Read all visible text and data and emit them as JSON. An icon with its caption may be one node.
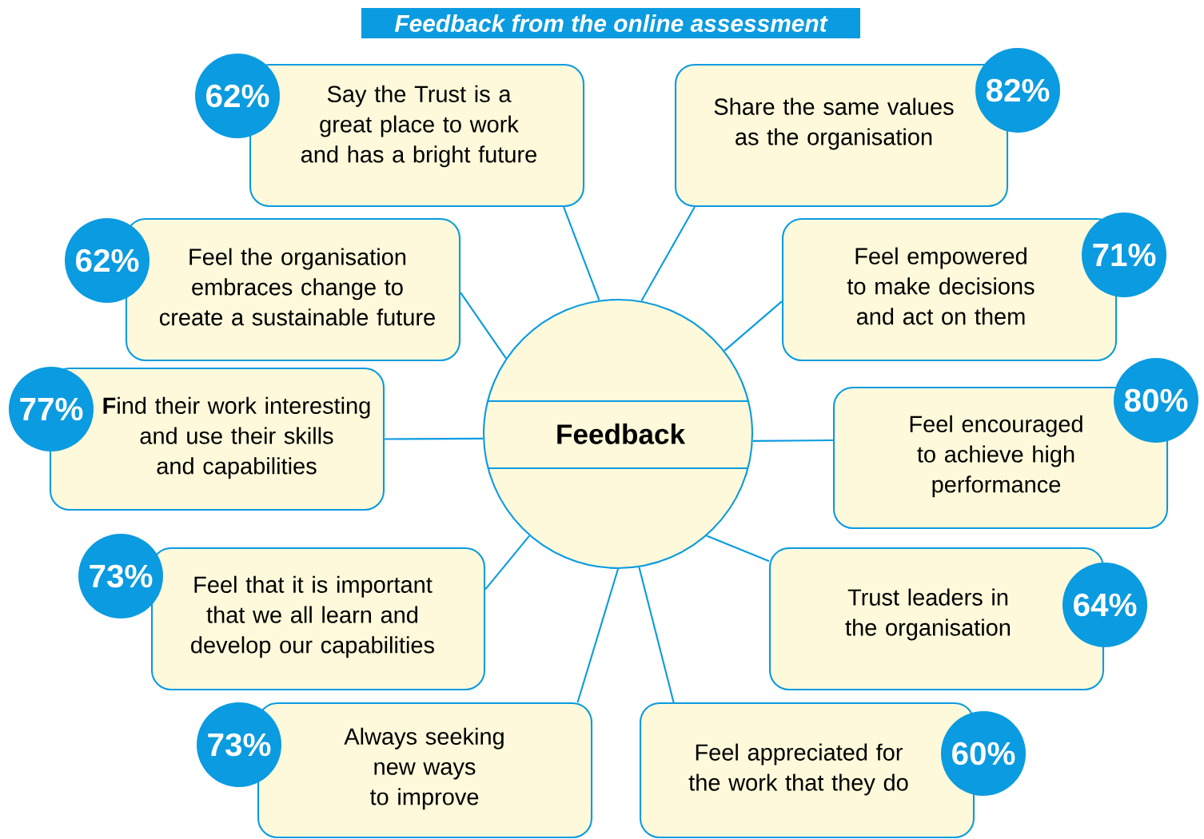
{
  "diagram": {
    "title": "Feedback from the online assessment",
    "nodes": [
      {
        "text": [
          "Feedback"
        ]
      },
      {
        "text": [
          "Say the Trust is a great place to work and has a bright future"
        ]
      },
      {
        "text": [
          "62%"
        ]
      },
      {
        "text": [
          "Share the same values as the organisation"
        ]
      },
      {
        "text": [
          "82%"
        ]
      },
      {
        "text": [
          "Feel the organisation embraces change to create a sustainable future"
        ]
      },
      {
        "text": [
          "62%"
        ]
      },
      {
        "text": [
          "Feel empowered to make decisions and act on them"
        ]
      },
      {
        "text": [
          "71%"
        ]
      },
      {
        "text": [
          "**F**ind their work interesting and use their skills and capabilities"
        ]
      },
      {
        "text": [
          "77%"
        ]
      },
      {
        "text": [
          "Feel encouraged to achieve high performance"
        ]
      },
      {
        "text": [
          "80%"
        ]
      },
      {
        "text": [
          "Feel that it is important that we all learn and develop our capabilities"
        ]
      },
      {
        "text": [
          "73%"
        ]
      },
      {
        "text": [
          "Trust leaders in the organisation"
        ]
      },
      {
        "text": [
          "64%"
        ]
      },
      {
        "text": [
          "Always seeking new ways to improve"
        ]
      },
      {
        "text": [
          "73%"
        ]
      },
      {
        "text": [
          "Feel appreciated for the work that they do"
        ]
      },
      {
        "text": [
          "60%"
        ]
      }
    ],
    "edges": [
      {
        "from": 0,
        "to": 1,
        "arrow": "none"
      },
      {
        "from": 0,
        "to": 3,
        "arrow": "none"
      },
      {
        "from": 0,
        "to": 5,
        "arrow": "none"
      },
      {
        "from": 0,
        "to": 7,
        "arrow": "none"
      },
      {
        "from": 0,
        "to": 9,
        "arrow": "none"
      },
      {
        "from": 0,
        "to": 11,
        "arrow": "none"
      },
      {
        "from": 0,
        "to": 13,
        "arrow": "none"
      },
      {
        "from": 0,
        "to": 15,
        "arrow": "none"
      },
      {
        "from": 0,
        "to": 17,
        "arrow": "none"
      },
      {
        "from": 0,
        "to": 19,
        "arrow": "none"
      }
    ]
  }
}
